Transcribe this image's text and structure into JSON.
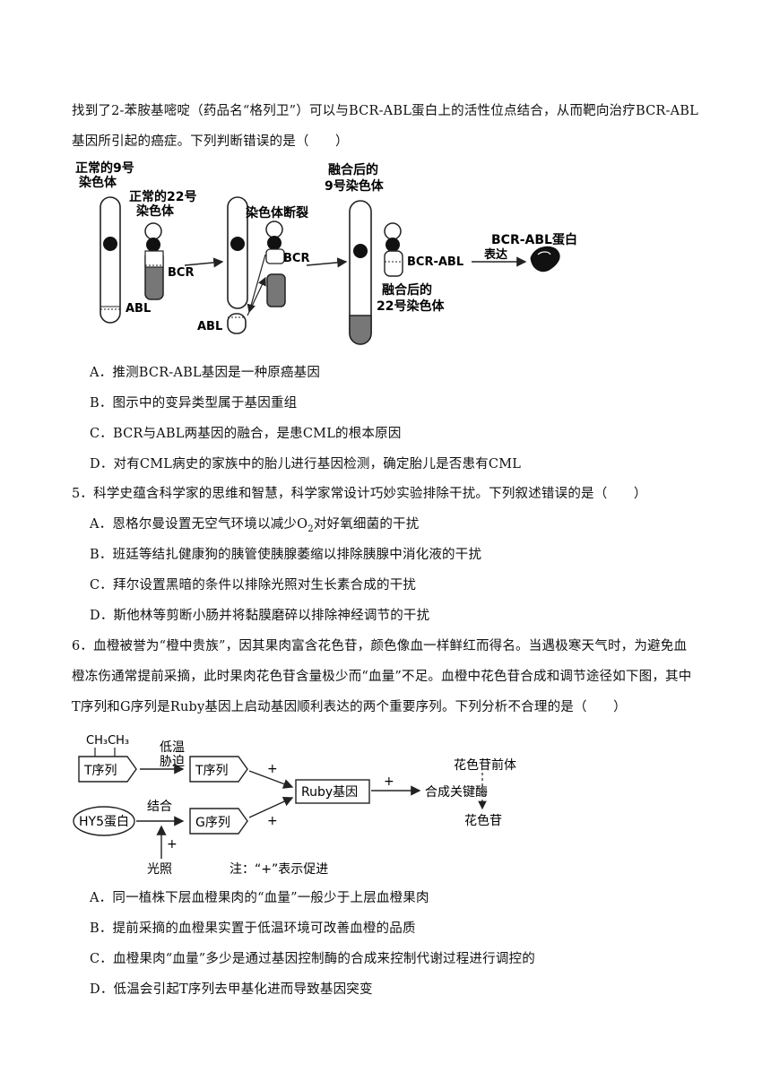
{
  "q4": {
    "stem_line1": "找到了2-苯胺基嘧啶（药品名“格列卫”）可以与BCR-ABL蛋白上的活性位点结合，从而靶向治疗BCR-ABL",
    "stem_line2": "基因所引起的癌症。下列判断错误的是（　　）",
    "figure": {
      "label_normal9_a": "正常的9号",
      "label_normal9_b": "染色体",
      "label_normal22_a": "正常的22号",
      "label_normal22_b": "染色体",
      "label_bcr1": "BCR",
      "label_abl1": "ABL",
      "label_break": "染色体断裂",
      "label_bcr2": "BCR",
      "label_abl2": "ABL",
      "label_fused9_a": "融合后的",
      "label_fused9_b": "9号染色体",
      "label_bcrabl": "BCR-ABL",
      "label_express": "表达",
      "label_protein": "BCR-ABL蛋白",
      "label_fused22_a": "融合后的",
      "label_fused22_b": "22号染色体"
    },
    "options": [
      "A．推测BCR-ABL基因是一种原癌基因",
      "B．图示中的变异类型属于基因重组",
      "C．BCR与ABL两基因的融合，是患CML的根本原因",
      "D．对有CML病史的家族中的胎儿进行基因检测，确定胎儿是否患有CML"
    ]
  },
  "q5": {
    "stem": "5．科学史蕴含科学家的思维和智慧，科学家常设计巧妙实验排除干扰。下列叙述错误的是（　　）",
    "optA_pre": "A．恩格尔曼设置无空气环境以减少O",
    "optA_sub": "2",
    "optA_post": "对好氧细菌的干扰",
    "options": [
      "B．班廷等结扎健康狗的胰管使胰腺萎缩以排除胰腺中消化液的干扰",
      "C．拜尔设置黑暗的条件以排除光照对生长素合成的干扰",
      "D．斯他林等剪断小肠并将黏膜磨碎以排除神经调节的干扰"
    ]
  },
  "q6": {
    "stem_line1": "6．血橙被誉为“橙中贵族”，因其果肉富含花色苷，颜色像血一样鲜红而得名。当遇极寒天气时，为避免血",
    "stem_line2": "橙冻伤通常提前采摘，此时果肉花色苷含量极少而“血量”不足。血橙中花色苷合成和调节途径如下图，其中",
    "stem_line3": "T序列和G序列是Ruby基因上启动基因顺利表达的两个重要序列。下列分析不合理的是（　　）",
    "figure": {
      "methyl": "CH₃CH₃",
      "t_seq_left": "T序列",
      "cold_a": "低温",
      "cold_b": "胁迫",
      "t_seq": "T序列",
      "plus1": "+",
      "ruby": "Ruby基因",
      "plus2": "+",
      "enzyme": "合成关键酶",
      "precursor": "花色苷前体",
      "anthocyanin": "花色苷",
      "hy5": "HY5蛋白",
      "bind": "结合",
      "g_seq": "G序列",
      "plus3": "+",
      "plus4": "+",
      "light": "光照",
      "note": "注：“+”表示促进"
    },
    "options": [
      "A．同一植株下层血橙果肉的“血量”一般少于上层血橙果肉",
      "B．提前采摘的血橙果实置于低温环境可改善血橙的品质",
      "C．血橙果肉“血量”多少是通过基因控制酶的合成来控制代谢过程进行调控的",
      "D．低温会引起T序列去甲基化进而导致基因突变"
    ]
  }
}
